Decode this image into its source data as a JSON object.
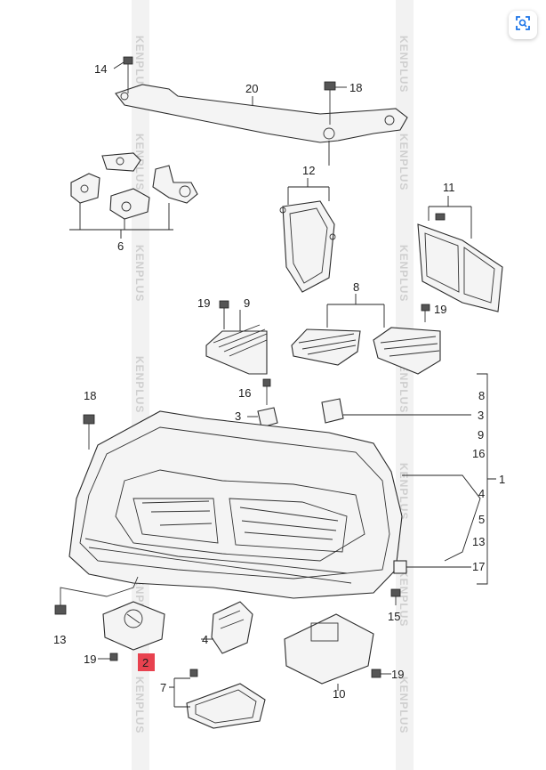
{
  "watermark": "KENPLUS",
  "controls": {
    "zoom_icon": "zoom-search-icon"
  },
  "labels": {
    "l14": "14",
    "l20": "20",
    "l18a": "18",
    "l12": "12",
    "l11": "11",
    "l6": "6",
    "l19a": "19",
    "l9": "9",
    "l8a": "8",
    "l19b": "19",
    "l18b": "18",
    "l16a": "16",
    "l3a": "3",
    "r8": "8",
    "r3": "3",
    "r9": "9",
    "r16": "16",
    "r1": "1",
    "r4": "4",
    "r5": "5",
    "r13": "13",
    "r17": "17",
    "l15": "15",
    "l13": "13",
    "l4": "4",
    "l19c": "19",
    "l2": "2",
    "l7": "7",
    "l10": "10",
    "l19d": "19"
  },
  "colors": {
    "highlight": "#e8424f",
    "line": "#2b2b2b",
    "band": "#f2f2f2"
  }
}
